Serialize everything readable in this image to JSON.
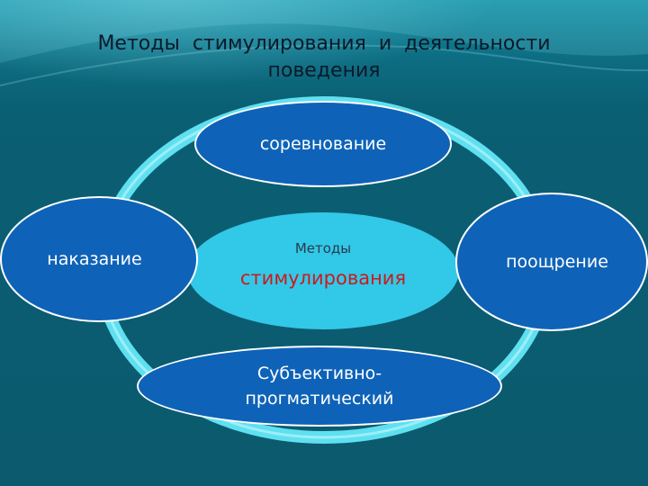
{
  "title": {
    "word1": "Методы",
    "word2": "стимулирования",
    "word3": "и",
    "word4": "деятельности",
    "line2": "поведения"
  },
  "center": {
    "line1": "Методы",
    "line2": "стимулирования"
  },
  "nodes": {
    "top": "соревнование",
    "left": "наказание",
    "right": "поощрение",
    "bottom_line1": "Субъективно-",
    "bottom_line2": "прогматический"
  },
  "colors": {
    "background": "#0b5f73",
    "ring": "#5fe0f0",
    "node_fill": "#0e63b8",
    "center_fill": "#32c8e8",
    "accent_text": "#cc1a1a"
  }
}
